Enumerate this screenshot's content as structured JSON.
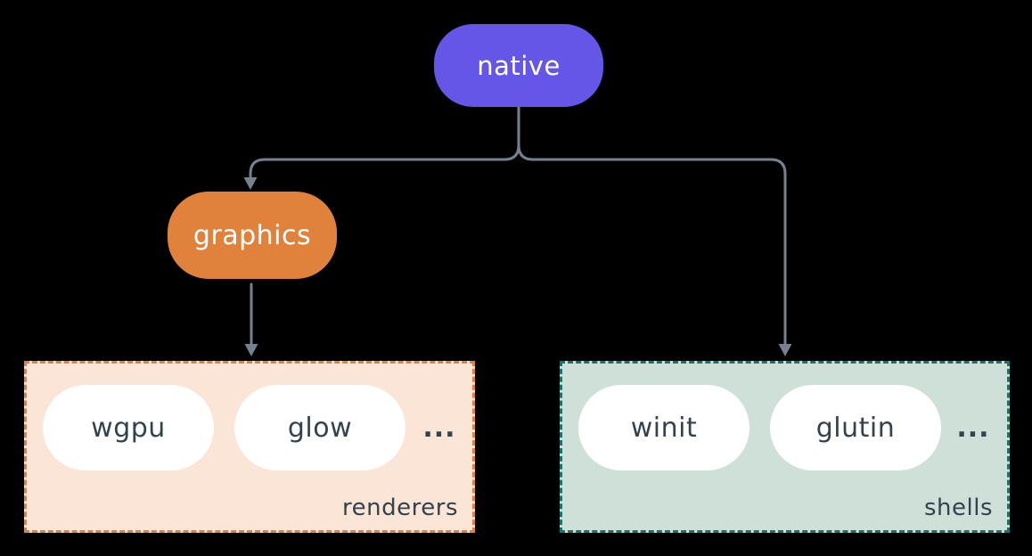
{
  "diagram": {
    "nodes": {
      "native": {
        "label": "native",
        "fill": "#6457E8",
        "text_color": "#FFFFFF"
      },
      "graphics": {
        "label": "graphics",
        "fill": "#E0813C",
        "text_color": "#FFFFFF"
      }
    },
    "groups": {
      "renderers": {
        "label": "renderers",
        "fill": "#FAE5D6",
        "border_color": "#E0813C",
        "items": [
          "wgpu",
          "glow"
        ],
        "ellipsis": "..."
      },
      "shells": {
        "label": "shells",
        "fill": "#CFE0D9",
        "border_color": "#16756B",
        "items": [
          "winit",
          "glutin"
        ],
        "ellipsis": "..."
      }
    },
    "edges": [
      {
        "from": "native",
        "to": "graphics"
      },
      {
        "from": "native",
        "to": "shells"
      },
      {
        "from": "graphics",
        "to": "renderers"
      }
    ],
    "colors": {
      "background": "#000000",
      "connector": "#75828E",
      "item_pill_fill": "#FFFFFF",
      "item_text": "#33424D"
    }
  }
}
